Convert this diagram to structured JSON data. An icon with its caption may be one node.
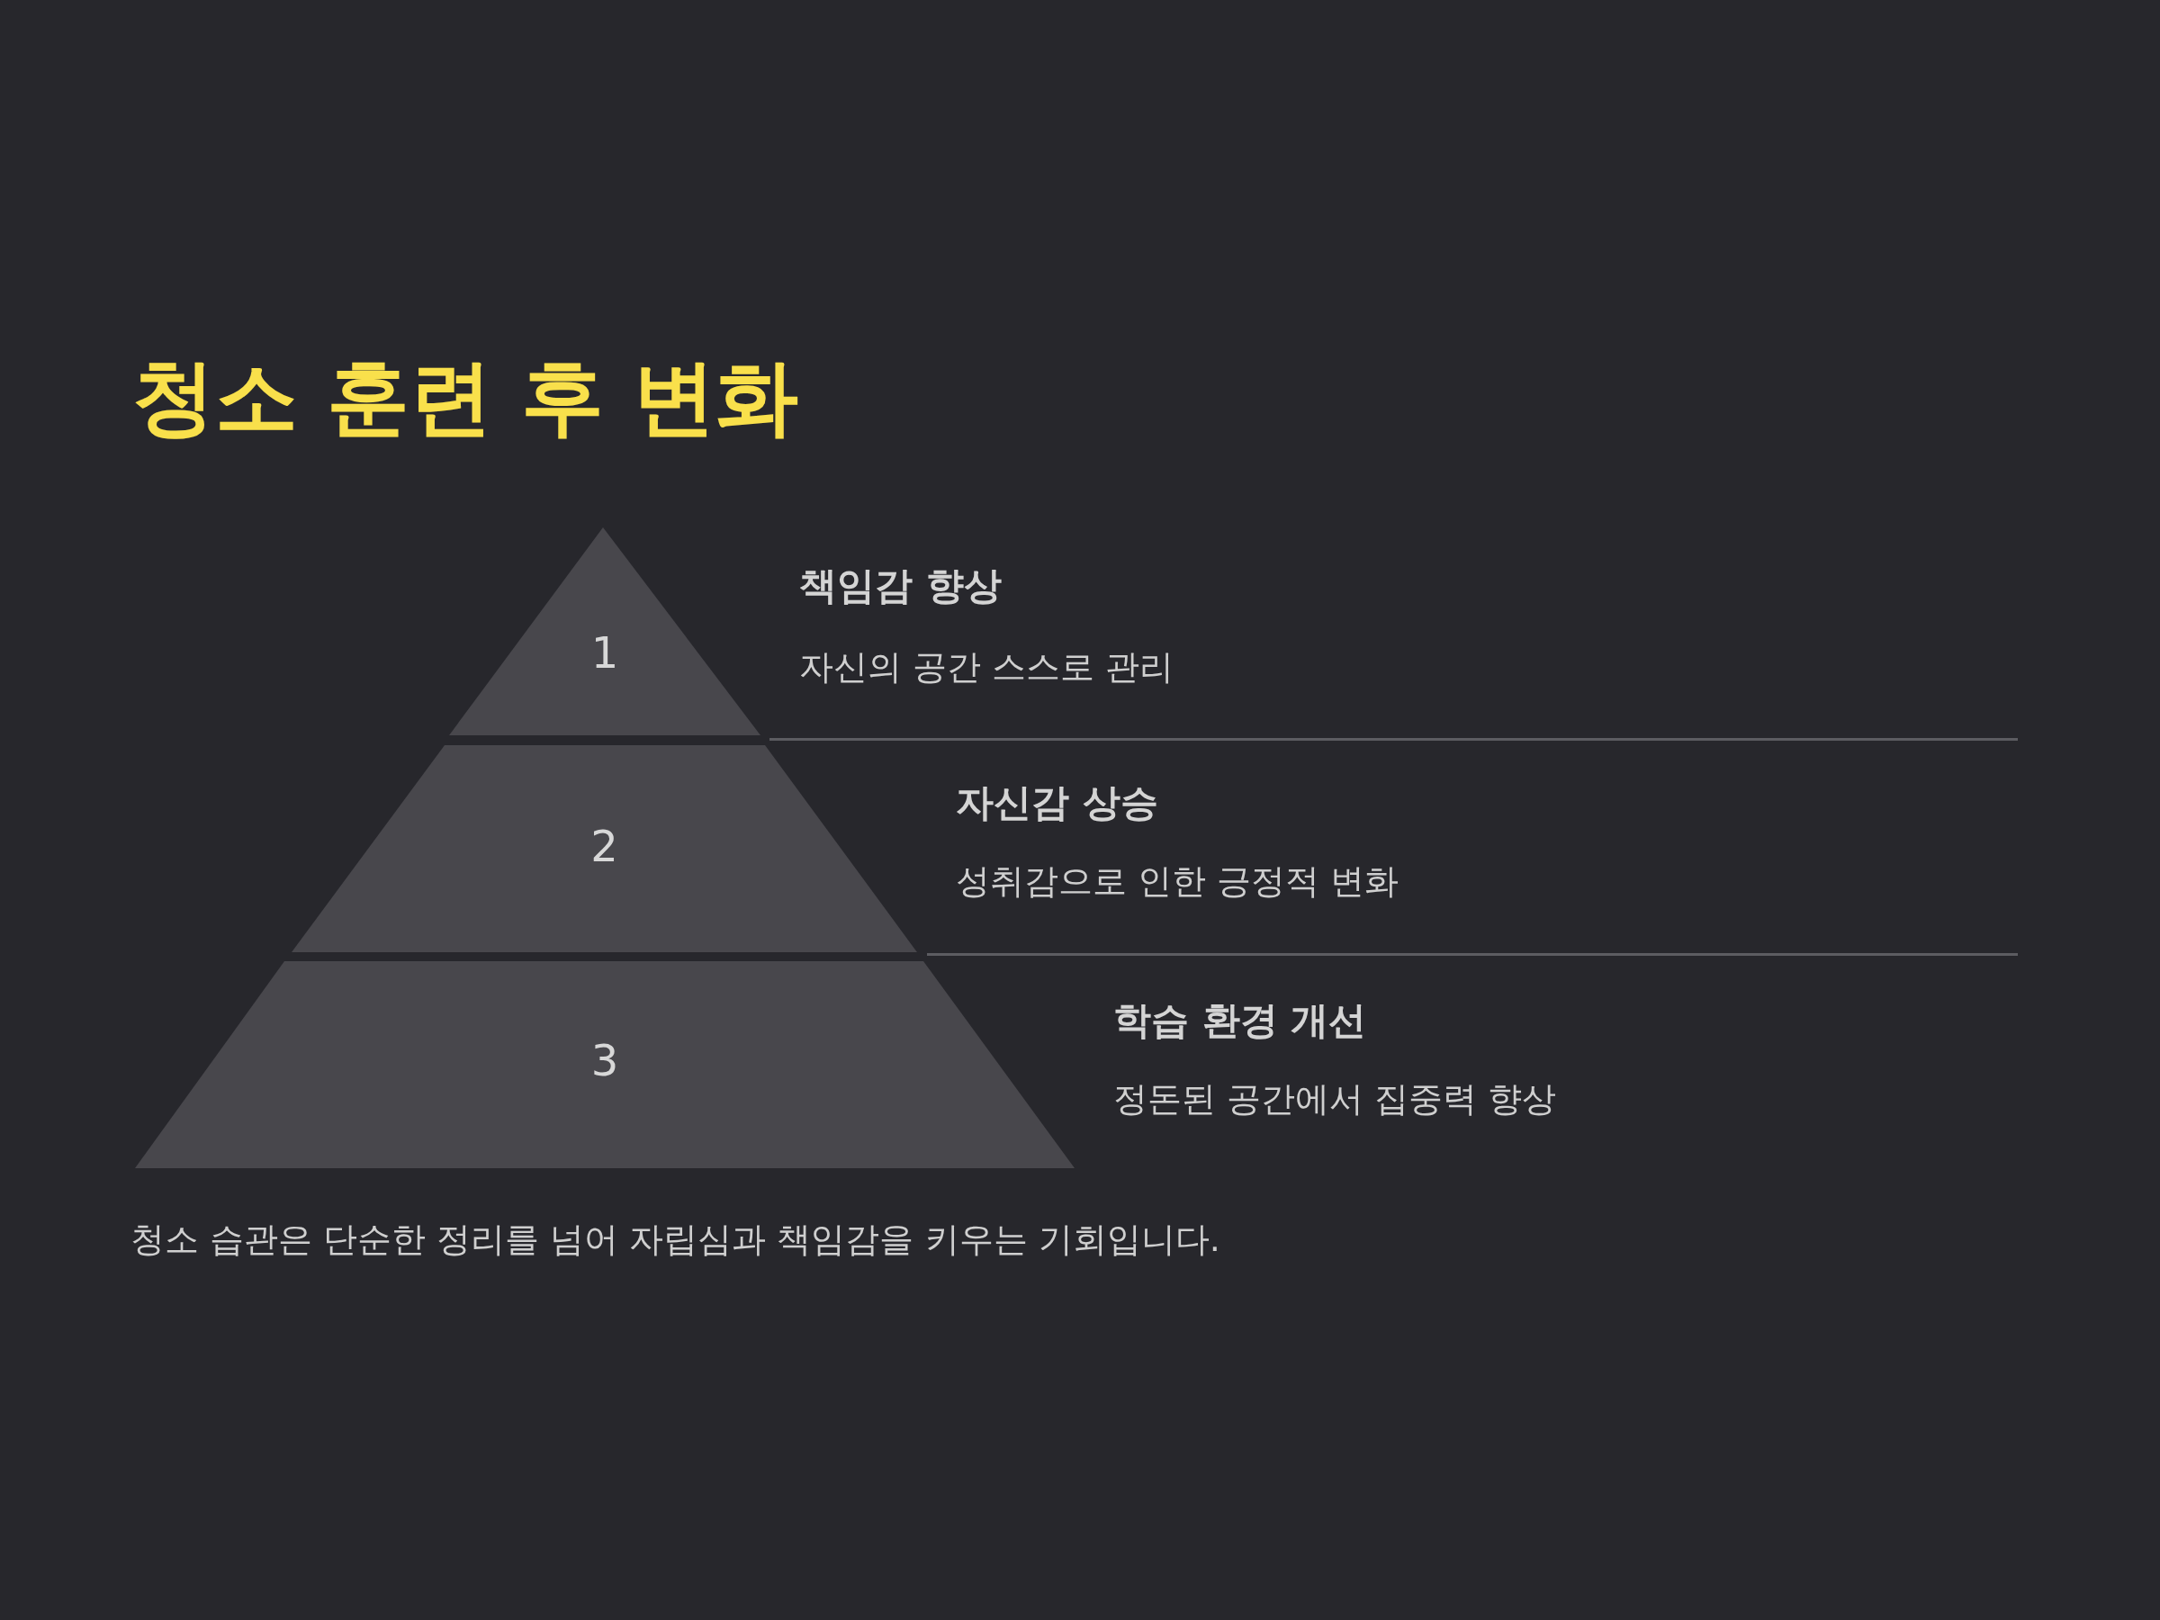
{
  "diagram": {
    "title": "청소 훈련 후 변화",
    "nodes": [
      {
        "text": [
          "1"
        ],
        "beside": [
          "책임감 향상",
          "자신의 공간 스스로 관리"
        ]
      },
      {
        "text": [
          "2"
        ],
        "beside": [
          "자신감 상승",
          "성취감으로 인한 긍정적 변화"
        ]
      },
      {
        "text": [
          "3"
        ],
        "beside": [
          "학습 환경 개선",
          "정돈된 공간에서 집중력 향상"
        ]
      }
    ],
    "caption": "청소 습관은 단순한 정리를 넘어 자립심과 책임감을 키우는 기회입니다."
  }
}
